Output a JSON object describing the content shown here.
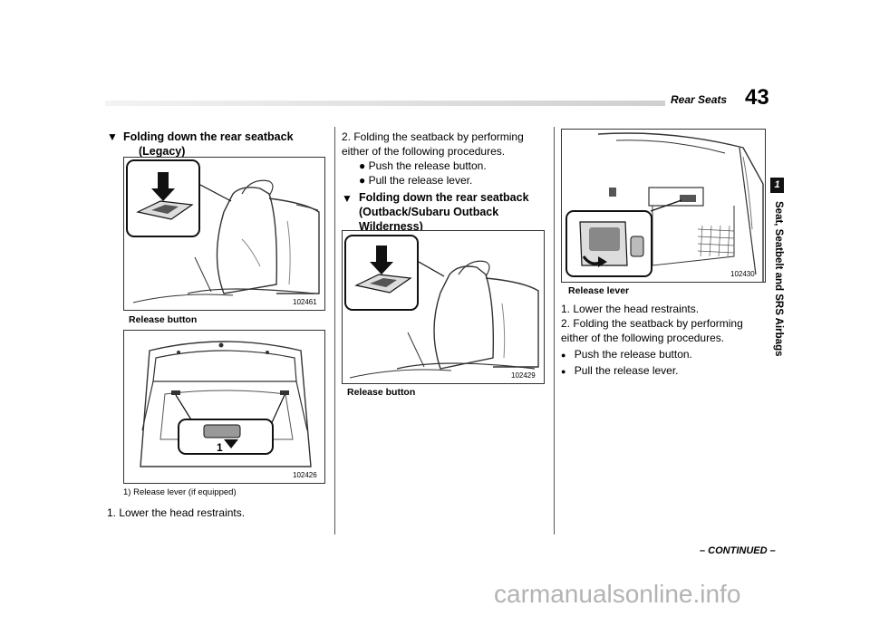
{
  "header": {
    "section_title": "Rear Seats",
    "page_number": "43"
  },
  "side_tab": {
    "chapter_number": "1",
    "chapter_title": "Seat, Seatbelt and SRS Airbags"
  },
  "column1": {
    "heading": "Folding down the rear seatback (Legacy)",
    "heading_line1": "Folding down the rear seatback",
    "heading_line2": "(Legacy)",
    "figure1_code": "102461",
    "figure1_caption": "Release button",
    "figure2_code": "102426",
    "figure2_callout": "1",
    "figure2_caption": "1)    Release lever (if equipped)",
    "step1": "1.  Lower the head restraints."
  },
  "column2": {
    "step2_line1": "2.  Folding  the  seatback  by  performing",
    "step2_line2": "either of the following procedures.",
    "bullet1": "Push the release button.",
    "bullet2": "Pull the release lever.",
    "heading_line1": "Folding down the rear seatback",
    "heading_line2": "(Outback/Subaru Outback",
    "heading_line3": "Wilderness)",
    "figure_code": "102429",
    "figure_caption": "Release button"
  },
  "column3": {
    "figure_code": "102430",
    "figure_caption": "Release lever",
    "step1": "1.  Lower the head restraints.",
    "step2_line1": "2.  Folding  the  seatback  by  performing",
    "step2_line2": "either of the following procedures.",
    "bullet1": "Push the release button.",
    "bullet2": "Pull the release lever."
  },
  "footer": {
    "continued": "– CONTINUED –",
    "watermark": "carmanualsonline.info"
  },
  "icons": {
    "section_marker": "triangle-marker-icon",
    "bullet": "bullet-dot-icon",
    "press_arrow": "down-arrow-icon"
  }
}
